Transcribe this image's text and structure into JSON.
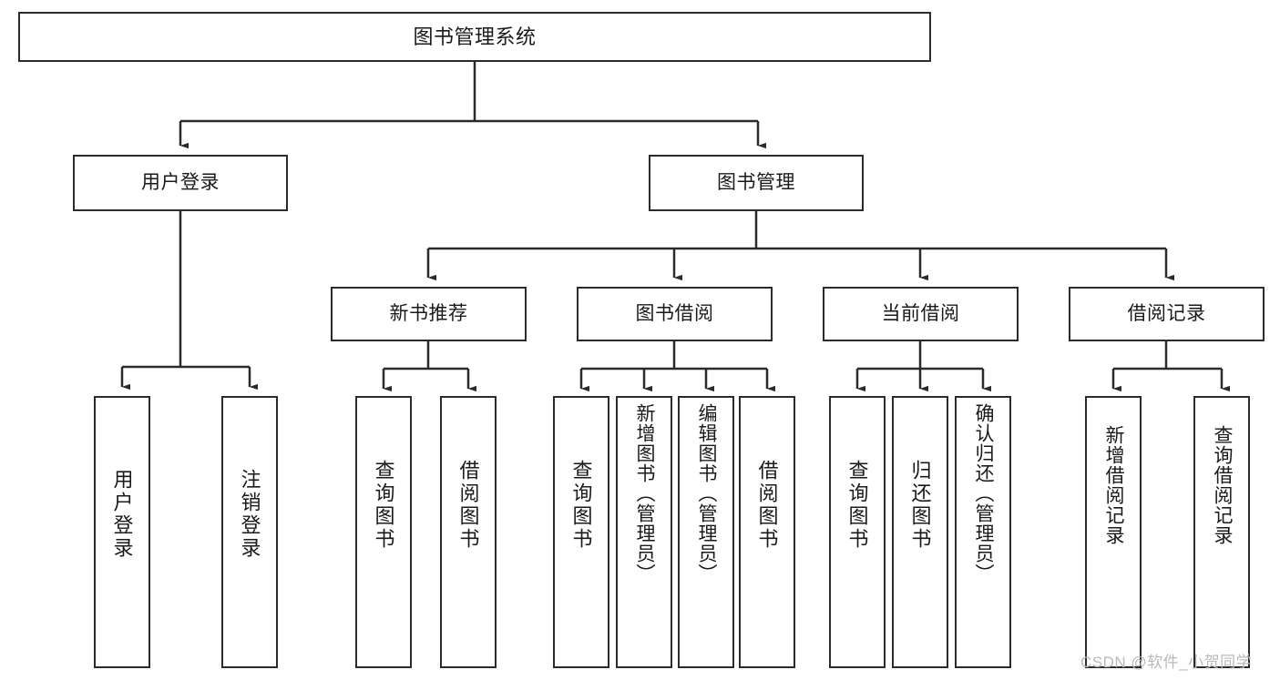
{
  "diagram": {
    "title": "图书管理系统",
    "type": "hierarchy-tree",
    "watermark": "CSDN @软件_小贺同学",
    "colors": {
      "box_border": "#2b2b2b",
      "box_fill": "#ffffff",
      "connector": "#2b2b2b",
      "text": "#1a1a1a",
      "watermark": "#b9b9b9"
    },
    "nodes": {
      "root": {
        "label": "图书管理系统"
      },
      "level2": [
        {
          "id": "user-login",
          "label": "用户登录"
        },
        {
          "id": "book-manage",
          "label": "图书管理"
        }
      ],
      "level3": [
        {
          "id": "new-book-recommend",
          "label": "新书推荐"
        },
        {
          "id": "book-borrow",
          "label": "图书借阅"
        },
        {
          "id": "current-borrow",
          "label": "当前借阅"
        },
        {
          "id": "borrow-record",
          "label": "借阅记录"
        }
      ],
      "leaves": {
        "user_login": [
          {
            "id": "leaf-user-login",
            "label": "用户登录"
          },
          {
            "id": "leaf-logout-login",
            "label": "注销登录"
          }
        ],
        "new_book_recommend": [
          {
            "id": "leaf-query-book-1",
            "label": "查询图书"
          },
          {
            "id": "leaf-borrow-book-1",
            "label": "借阅图书"
          }
        ],
        "book_borrow": [
          {
            "id": "leaf-query-book-2",
            "label": "查询图书"
          },
          {
            "id": "leaf-add-book",
            "label": "新增图书（管理员）"
          },
          {
            "id": "leaf-edit-book",
            "label": "编辑图书（管理员）"
          },
          {
            "id": "leaf-borrow-book-2",
            "label": "借阅图书"
          }
        ],
        "current_borrow": [
          {
            "id": "leaf-query-book-3",
            "label": "查询图书"
          },
          {
            "id": "leaf-return-book",
            "label": "归还图书"
          },
          {
            "id": "leaf-confirm-return",
            "label": "确认归还（管理员）"
          }
        ],
        "borrow_record": [
          {
            "id": "leaf-add-borrow-record",
            "label": "新增借阅记录"
          },
          {
            "id": "leaf-query-borrow-record",
            "label": "查询借阅记录"
          }
        ]
      }
    }
  }
}
